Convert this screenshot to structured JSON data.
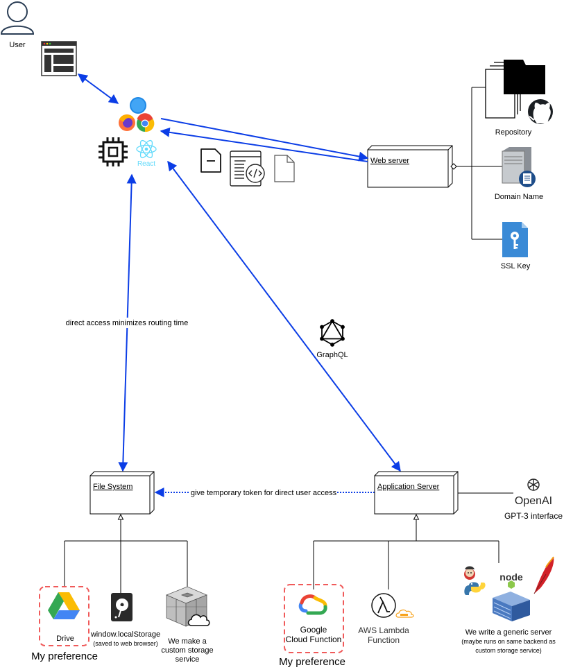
{
  "user": {
    "label": "User"
  },
  "client": {
    "react_label": "React"
  },
  "web_server": {
    "title": "Web server",
    "repository_label": "Repository",
    "domain_label": "Domain Name",
    "ssl_label": "SSL Key"
  },
  "edges": {
    "direct_access": "direct access minimizes routing time",
    "graphql": "GraphQL",
    "temp_token": "give temporary token for direct user access"
  },
  "file_system": {
    "title": "File System",
    "drive_label": "Drive",
    "local_storage_label": "window.localStorage",
    "local_storage_note": "(saved to web browser)",
    "custom_storage_line1": "We make a",
    "custom_storage_line2": "custom storage",
    "custom_storage_line3": "service",
    "preference_label": "My preference"
  },
  "app_server": {
    "title": "Application Server",
    "openai_logo": "OpenAI",
    "openai_label": "GPT-3 interface",
    "gcf_line1": "Google",
    "gcf_line2": "Cloud Function",
    "lambda_line1": "AWS Lambda",
    "lambda_line2": "Function",
    "generic_line1": "We write a generic server",
    "generic_line2": "(maybe runs on same backend as",
    "generic_line3": "custom storage service)",
    "node_logo": "node",
    "preference_label": "My preference"
  },
  "colors": {
    "edge_blue": "#0b3de6",
    "preference_red": "#f05a5a",
    "google_blue": "#4285f4",
    "google_red": "#ea4335",
    "google_yellow": "#fbbc04",
    "google_green": "#34a853",
    "server_blue": "#4a79c0",
    "ssl_blue": "#3a8ad6"
  }
}
